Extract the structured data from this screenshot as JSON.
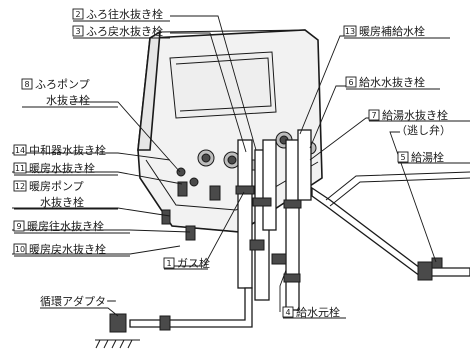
{
  "callouts": [
    {
      "id": "2",
      "text": "ふろ往水抜き栓"
    },
    {
      "id": "3",
      "text": "ふろ戻水抜き栓"
    },
    {
      "id": "13",
      "text": "暖房補給水栓"
    },
    {
      "id": "8",
      "text": "ふろポンプ",
      "text2": "水抜き栓"
    },
    {
      "id": "6",
      "text": "給水水抜き栓"
    },
    {
      "id": "7",
      "text": "給湯水抜き栓",
      "text2": "（逃し弁）"
    },
    {
      "id": "5",
      "text": "給湯栓"
    },
    {
      "id": "14",
      "text": "中和器水抜き栓"
    },
    {
      "id": "11",
      "text": "暖房水抜き栓"
    },
    {
      "id": "12",
      "text": "暖房ポンプ",
      "text2": "水抜き栓"
    },
    {
      "id": "9",
      "text": "暖房往水抜き栓"
    },
    {
      "id": "10",
      "text": "暖房戻水抜き栓"
    },
    {
      "id": "1",
      "text": "ガス栓"
    },
    {
      "id": "4",
      "text": "給水元栓"
    }
  ],
  "plain_labels": {
    "adapter": "循環アダプター"
  }
}
